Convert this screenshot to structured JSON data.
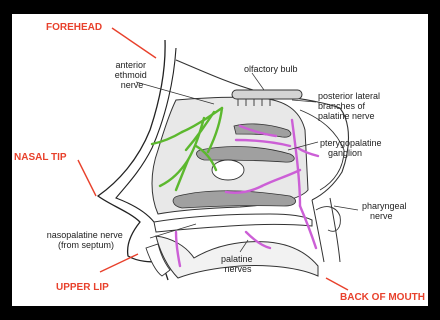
{
  "labels": {
    "forehead": "FOREHEAD",
    "nasal_tip": "NASAL TIP",
    "upper_lip": "UPPER LIP",
    "back_of_mouth": "BACK OF MOUTH",
    "anterior_ethmoid_nerve": [
      "anterior",
      "ethmoid",
      "nerve"
    ],
    "olfactory_bulb": "olfactory bulb",
    "posterior_lateral": [
      "posterior lateral",
      "branches of",
      "palatine nerve"
    ],
    "pterygopalatine": [
      "pterygopalatine",
      "ganglion"
    ],
    "pharyngeal": [
      "pharyngeal",
      "nerve"
    ],
    "nasopalatine": [
      "nasopalatine nerve",
      "(from septum)"
    ],
    "palatine_nerves": [
      "palatine",
      "nerves"
    ]
  },
  "colors": {
    "red_label": "#e8412c",
    "green_nerve": "#5cb82e",
    "purple_nerve": "#cc5fd6",
    "gray_turbinate": "#9a9a9a",
    "frame": "#000000"
  }
}
